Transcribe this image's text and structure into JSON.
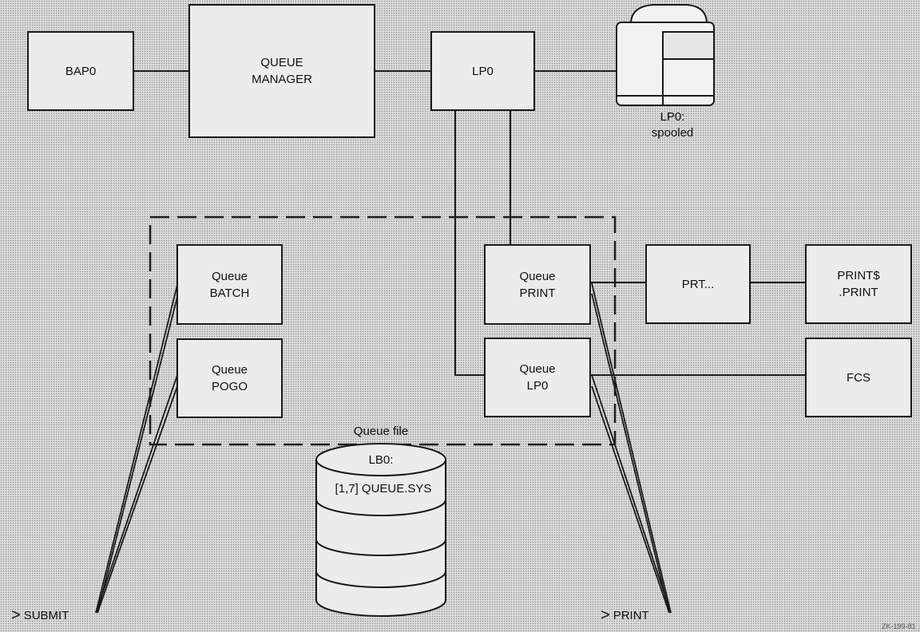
{
  "boxes": {
    "bap0": "BAP0",
    "queue_manager": [
      "QUEUE",
      "MANAGER"
    ],
    "lp0": "LP0",
    "queue_batch": [
      "Queue",
      "BATCH"
    ],
    "queue_pogo": [
      "Queue",
      "POGO"
    ],
    "queue_print": [
      "Queue",
      "PRINT"
    ],
    "queue_lp0": [
      "Queue",
      "LP0"
    ],
    "prt": "PRT...",
    "print_print": [
      "PRINT$",
      ".PRINT"
    ],
    "fcs": "FCS"
  },
  "printer": {
    "label": [
      "LP0:",
      "spooled"
    ]
  },
  "queue_file": {
    "title": "Queue file",
    "device": "LB0:",
    "filename": "[1,7] QUEUE.SYS"
  },
  "prompts": {
    "symbol": ">",
    "submit": "SUBMIT",
    "print": "PRINT"
  },
  "figure_id": "ZK-199-81"
}
